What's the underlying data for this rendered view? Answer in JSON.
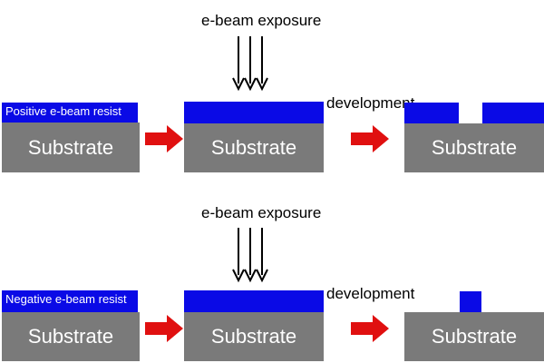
{
  "labels": {
    "substrate": "Substrate",
    "exposure": "e-beam exposure",
    "development": "development"
  },
  "rows": [
    {
      "resist_type": "Positive e-beam resist"
    },
    {
      "resist_type": "Negative e-beam resist"
    }
  ],
  "colors": {
    "resist": "#0a0ae6",
    "substrate": "#7a7a7a",
    "process_arrow": "#e01010",
    "beam_arrow": "#000000",
    "background": "#ffffff"
  },
  "icons": {
    "process_arrow": "right-arrow-icon",
    "beam_arrow": "down-arrow-icon"
  }
}
